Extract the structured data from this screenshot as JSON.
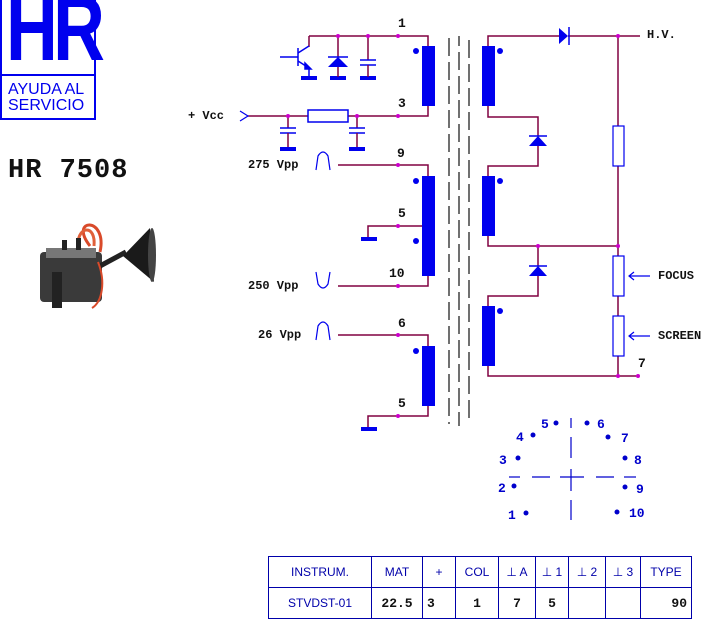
{
  "logo": {
    "mark": "HR",
    "line1": "AYUDA AL",
    "line2": "SERVICIO",
    "color": "#0000ee"
  },
  "model": "HR 7508",
  "photo": {
    "alt": "flyback transformer photo"
  },
  "schematic": {
    "wire_color": "#800040",
    "component_color": "#0000ee",
    "node_color": "#cc00cc",
    "labels": {
      "vcc": "+ Vcc",
      "hv": "H.V.",
      "focus": "FOCUS",
      "screen": "SCREEN",
      "pulse_275": "275 Vpp",
      "pulse_250": "250 Vpp",
      "pulse_26": "26 Vpp"
    },
    "pins": {
      "p1": "1",
      "p3": "3",
      "p9": "9",
      "p5a": "5",
      "p10": "10",
      "p6": "6",
      "p5b": "5",
      "p7": "7"
    }
  },
  "socket": {
    "pins": [
      "1",
      "2",
      "3",
      "4",
      "5",
      "6",
      "7",
      "8",
      "9",
      "10"
    ]
  },
  "spec_table": {
    "headers": [
      "INSTRUM.",
      "MAT",
      "+",
      "COL",
      "⊥ A",
      "⊥ 1",
      "⊥ 2",
      "⊥ 3",
      "TYPE"
    ],
    "row": [
      "STVDST-01",
      "22.5",
      "3",
      "1",
      "7",
      "5",
      "",
      "",
      "90"
    ]
  }
}
